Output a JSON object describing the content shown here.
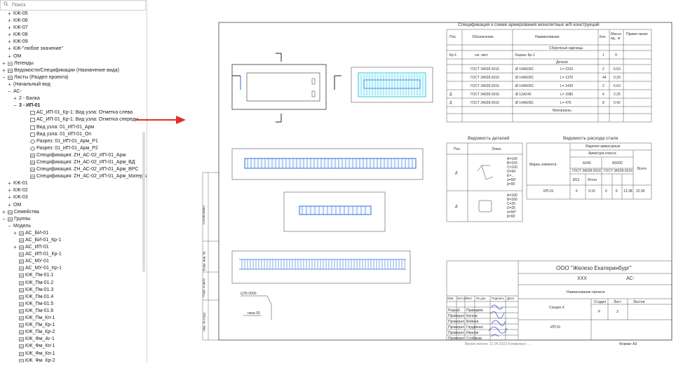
{
  "search": {
    "placeholder": "Поиск"
  },
  "tree": {
    "items": [
      {
        "label": "КЖ-05",
        "toggle": "+",
        "indent": 1,
        "icon": "none"
      },
      {
        "label": "КЖ-06",
        "toggle": "+",
        "indent": 1,
        "icon": "none"
      },
      {
        "label": "КЖ-07",
        "toggle": "+",
        "indent": 1,
        "icon": "none"
      },
      {
        "label": "КЖ-08",
        "toggle": "+",
        "indent": 1,
        "icon": "none"
      },
      {
        "label": "КЖ-09",
        "toggle": "+",
        "indent": 1,
        "icon": "none"
      },
      {
        "label": "КЖ-\"любое значение\"",
        "toggle": "+",
        "indent": 1,
        "icon": "none"
      },
      {
        "label": "ОМ",
        "toggle": "+",
        "indent": 1,
        "icon": "none"
      },
      {
        "label": "Легенды",
        "toggle": "+",
        "indent": 0,
        "icon": "legend"
      },
      {
        "label": "Ведомости/Спецификации (Назначение вида)",
        "toggle": "+",
        "indent": 0,
        "icon": "schedule"
      },
      {
        "label": "Листы (Раздел проекта)",
        "toggle": "−",
        "indent": 0,
        "icon": "sheet"
      },
      {
        "label": "(Начальный вид",
        "toggle": "+",
        "indent": 1,
        "icon": "none"
      },
      {
        "label": "АС-",
        "toggle": "−",
        "indent": 1,
        "icon": "none"
      },
      {
        "label": "2 - Балка",
        "toggle": "+",
        "indent": 2,
        "icon": "none"
      },
      {
        "label": "3 - ИП-01",
        "toggle": "−",
        "indent": 2,
        "icon": "none",
        "bold": true
      },
      {
        "label": "АС_ИП-01_Кр-1: Вид узла: Отметка слева",
        "toggle": "",
        "indent": 4,
        "icon": "view"
      },
      {
        "label": "АС_ИП-01_Кр-1: Вид узла: Отметка спереди",
        "toggle": "",
        "indent": 4,
        "icon": "view"
      },
      {
        "label": "Вид узла: 01_ИП-01_Арм",
        "toggle": "",
        "indent": 4,
        "icon": "view"
      },
      {
        "label": "Вид узла: 01_ИП-01_Оп",
        "toggle": "",
        "indent": 4,
        "icon": "view"
      },
      {
        "label": "Разрез: 01_ИП-01_Арм_Р1",
        "toggle": "",
        "indent": 4,
        "icon": "section"
      },
      {
        "label": "Разрез: 01_ИП-01_Арм_Р2",
        "toggle": "",
        "indent": 4,
        "icon": "section"
      },
      {
        "label": "Спецификация: ZH_АС-02_ИП-01_Арм",
        "toggle": "",
        "indent": 4,
        "icon": "schedule"
      },
      {
        "label": "Спецификация: ZH_АС-02_ИП-01_Арм_ВД",
        "toggle": "",
        "indent": 4,
        "icon": "schedule"
      },
      {
        "label": "Спецификация: ZH_АС-02_ИП-01_Арм_ВРС",
        "toggle": "",
        "indent": 4,
        "icon": "schedule"
      },
      {
        "label": "Спецификация: ZH_АС-02_ИП-01_Арм_Материал (отфиль",
        "toggle": "",
        "indent": 4,
        "icon": "schedule"
      },
      {
        "label": "КЖ-01",
        "toggle": "+",
        "indent": 1,
        "icon": "none"
      },
      {
        "label": "КЖ-02",
        "toggle": "+",
        "indent": 1,
        "icon": "none"
      },
      {
        "label": "КЖ-03",
        "toggle": "+",
        "indent": 1,
        "icon": "none"
      },
      {
        "label": "ОМ",
        "toggle": "+",
        "indent": 1,
        "icon": "none"
      },
      {
        "label": "Семейства",
        "toggle": "+",
        "indent": 0,
        "icon": "family"
      },
      {
        "label": "Группы",
        "toggle": "−",
        "indent": 0,
        "icon": "group"
      },
      {
        "label": "Модель",
        "toggle": "−",
        "indent": 1,
        "icon": "none"
      },
      {
        "label": "АС_БИ-01",
        "toggle": "+",
        "indent": 2,
        "icon": "group"
      },
      {
        "label": "АС_БИ-01_Кр-1",
        "toggle": "",
        "indent": 2,
        "icon": "group"
      },
      {
        "label": "АС_ИП-01",
        "toggle": "+",
        "indent": 2,
        "icon": "group"
      },
      {
        "label": "АС_ИП-01_Кр-1",
        "toggle": "",
        "indent": 2,
        "icon": "group"
      },
      {
        "label": "АС_МУ-01",
        "toggle": "",
        "indent": 2,
        "icon": "group"
      },
      {
        "label": "АС_МУ-01_Кр-1",
        "toggle": "",
        "indent": 2,
        "icon": "group"
      },
      {
        "label": "КЖ_Пм-01.1",
        "toggle": "",
        "indent": 2,
        "icon": "group"
      },
      {
        "label": "КЖ_Пм-01.2",
        "toggle": "",
        "indent": 2,
        "icon": "group"
      },
      {
        "label": "КЖ_Пм-01.3",
        "toggle": "",
        "indent": 2,
        "icon": "group"
      },
      {
        "label": "КЖ_Пм-01.4",
        "toggle": "",
        "indent": 2,
        "icon": "group"
      },
      {
        "label": "КЖ_Пм-01.5",
        "toggle": "",
        "indent": 2,
        "icon": "group"
      },
      {
        "label": "КЖ_Пм-01.6",
        "toggle": "",
        "indent": 2,
        "icon": "group"
      },
      {
        "label": "КЖ_Пм_Кп-1",
        "toggle": "",
        "indent": 2,
        "icon": "group"
      },
      {
        "label": "КЖ_Пм_Кр-1",
        "toggle": "",
        "indent": 2,
        "icon": "group"
      },
      {
        "label": "КЖ_Пм_Кр-2",
        "toggle": "",
        "indent": 2,
        "icon": "group"
      },
      {
        "label": "КЖ_Фм_Аг-1",
        "toggle": "",
        "indent": 2,
        "icon": "group"
      },
      {
        "label": "КЖ_Фм_Кп-1",
        "toggle": "",
        "indent": 2,
        "icon": "group"
      },
      {
        "label": "КЖ_Фм_Кп-1",
        "toggle": "",
        "indent": 2,
        "icon": "group"
      },
      {
        "label": "КЖ_Фм_Кр-2",
        "toggle": "",
        "indent": 2,
        "icon": "group"
      }
    ]
  },
  "sheet": {
    "spec_title": "Спецификация к схеме армирования монолитных ж/б конструкций",
    "spec_headers": [
      "Поз.",
      "Обозначение",
      "Наименование",
      "Кол.",
      "Масса ед., кг",
      "Приме-чание"
    ],
    "spec_section_assembly": "Сборочные единицы",
    "spec_row_assembly": {
      "pos": "Кр-1",
      "des": "см. лист",
      "name": "Каркас  Кр-1",
      "qty": "1",
      "mass": "9"
    },
    "spec_section_parts": "Детали",
    "spec_parts": [
      {
        "pos": "",
        "des": "ГОСТ 34028-2016",
        "name": "Ø 14А500С",
        "len": "L= 2310",
        "qty": "2",
        "mass": "6.63"
      },
      {
        "pos": "",
        "des": "ГОСТ 34028-2016",
        "name": "Ø 14А500С",
        "len": "L= 1370",
        "qty": "44",
        "mass": "0.29"
      },
      {
        "pos": "",
        "des": "ГОСТ 34028-2016",
        "name": "Ø 14А500С",
        "len": "L= 1430",
        "qty": "2",
        "mass": "6.63"
      },
      {
        "pos": "Д",
        "des": "ГОСТ 34028-2016",
        "name": "Ø 12А240",
        "len": "L= 1580",
        "qty": "4",
        "mass": "2.25"
      },
      {
        "pos": "Д",
        "des": "ГОСТ 34028-2016",
        "name": "Ø 14А500С",
        "len": "L= 475",
        "qty": "8",
        "mass": "0.42"
      }
    ],
    "spec_section_materials": "Материалы",
    "bending_title": "Ведомость деталей",
    "bending_headers": [
      "Поз.",
      "Эскиз"
    ],
    "bending_rows": [
      {
        "pos": "Д",
        "params": [
          "A=100",
          "B=150",
          "C=100",
          "D=94",
          "E=...",
          "α=90°",
          "β=90"
        ]
      },
      {
        "pos": "Д",
        "params": [
          "A=180",
          "B=180",
          "C=25",
          "D=25",
          "α=90°",
          "β=90"
        ]
      }
    ],
    "rebar_title": "Ведомость расхода стали",
    "rebar_headers": {
      "element": "Марка элемента",
      "group": "Изделия арматурные",
      "sub": "Арматура класса",
      "a240": "А240",
      "a500": "А500С",
      "gost1": "ГОСТ 34028-2016",
      "gost2": "ГОСТ 34028-2016",
      "total": "Всего",
      "d12": "Ø12",
      "sum": "Итого"
    },
    "rebar_row": {
      "name": "ИП-01",
      "v1": "6",
      "v2": "9.16",
      "v3": "6",
      "v4": "6",
      "v5": "13.38",
      "total": "22.95"
    },
    "stamp_company": "ООО \"Железо Екатеринбург\"",
    "stamp_code1": "XXX",
    "stamp_code2": "АС-",
    "stamp_project": "Наименование проекта",
    "stamp_section": "Секция X",
    "stamp_stage_hdr": "Стадия",
    "stamp_sheet_hdr": "Лист",
    "stamp_sheets_hdr": "Листов",
    "stamp_stage": "Р",
    "stamp_sheet": "3",
    "stamp_sheet_name": "ИП-01",
    "stamp_rows": [
      {
        "role": "Изм.",
        "name": "Кол.уч"
      },
      {
        "role": "Разраб.",
        "name": "Примарёв"
      },
      {
        "role": "Проверил",
        "name": "Катков"
      },
      {
        "role": "Проверил",
        "name": "Войнов"
      },
      {
        "role": "Проверил",
        "name": "Гордиенко"
      },
      {
        "role": "Проверил",
        "name": "Иванов"
      },
      {
        "role": "Проверил",
        "name": "Стобиков"
      }
    ],
    "stamp_cols": [
      "Изм.",
      "Кол.уч",
      "Лист",
      "№ док.",
      "Подпись",
      "Дата"
    ],
    "format": "Формат А3",
    "bottom_info": "Время печати: 21.04.2023  Копировал: ...",
    "side_labels": [
      "Согласовано",
      "Взам. инв. №",
      "Подп. и дата",
      "Инв. № подл."
    ],
    "label_ref": "ЦТБ 0000",
    "label_ref2": "низа 00"
  },
  "colors": {
    "arrow": "#e0302a",
    "rebar": "#2e6fd6",
    "rebar_light": "#32c7e0"
  }
}
